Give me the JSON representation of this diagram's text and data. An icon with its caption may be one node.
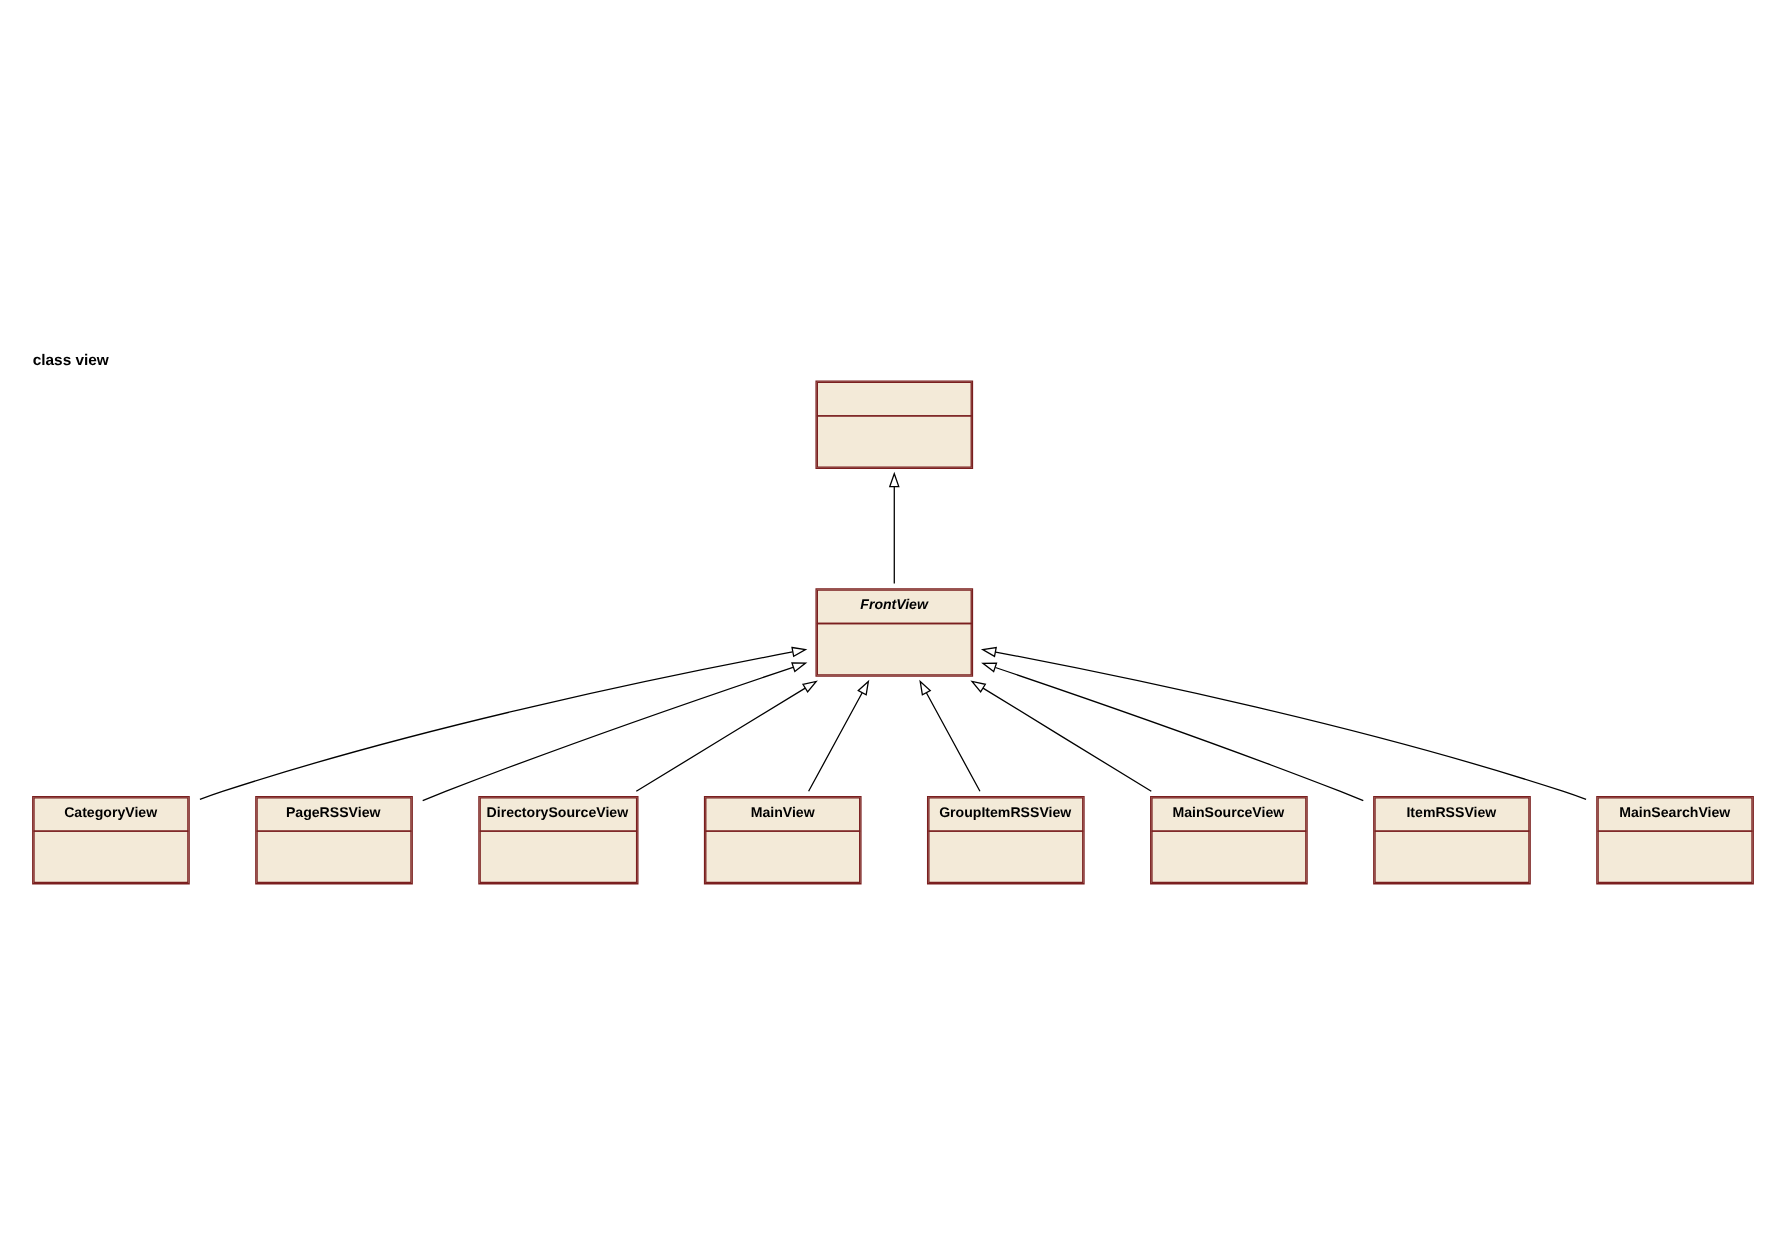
{
  "diagram": {
    "title": "class view",
    "nodes": [
      {
        "text": [
          "CategoryView"
        ]
      },
      {
        "text": [],
        "shape": "box"
      },
      {
        "text": [
          "PageRSSView"
        ]
      },
      {
        "text": [
          "DirectorySourceView"
        ]
      },
      {
        "text": [
          "FrontView"
        ]
      },
      {
        "text": [
          "MainView"
        ]
      },
      {
        "text": [
          "GroupItemRSSView"
        ]
      },
      {
        "text": [
          "MainSourceView"
        ]
      },
      {
        "text": [
          "ItemRSSView"
        ]
      },
      {
        "text": [
          "MainSearchView"
        ]
      }
    ],
    "edges": [
      {
        "from": 0,
        "to": 4,
        "arrow": "to"
      },
      {
        "from": 4,
        "to": 1,
        "arrow": "to"
      },
      {
        "from": 2,
        "to": 4,
        "arrow": "to"
      },
      {
        "from": 3,
        "to": 4,
        "arrow": "to"
      },
      {
        "from": 5,
        "to": 4,
        "arrow": "to"
      },
      {
        "from": 6,
        "to": 4,
        "arrow": "to"
      },
      {
        "from": 7,
        "to": 4,
        "arrow": "to"
      },
      {
        "from": 8,
        "to": 4,
        "arrow": "to"
      },
      {
        "from": 9,
        "to": 4,
        "arrow": "to"
      }
    ]
  }
}
